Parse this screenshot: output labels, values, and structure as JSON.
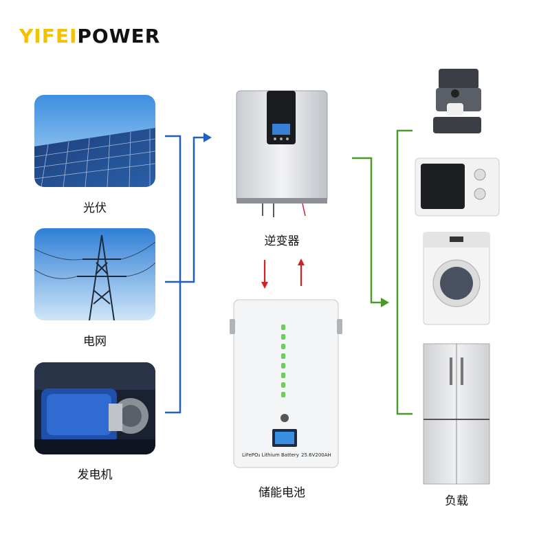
{
  "logo": {
    "part1": "YIFEI",
    "part2": "POWER"
  },
  "sources": [
    {
      "label": "光伏"
    },
    {
      "label": "电网"
    },
    {
      "label": "发电机"
    }
  ],
  "inverter": {
    "label": "逆变器"
  },
  "battery": {
    "label": "储能电池",
    "chemistry": "LiFePO₄ Lithium Battery",
    "rating": "25.6V200AH"
  },
  "load": {
    "label": "负载"
  },
  "colors": {
    "source_line": "#1f5fbf",
    "load_line": "#4c9a2a",
    "battery_arrow": "#d42020",
    "logo_accent": "#f2c200"
  }
}
